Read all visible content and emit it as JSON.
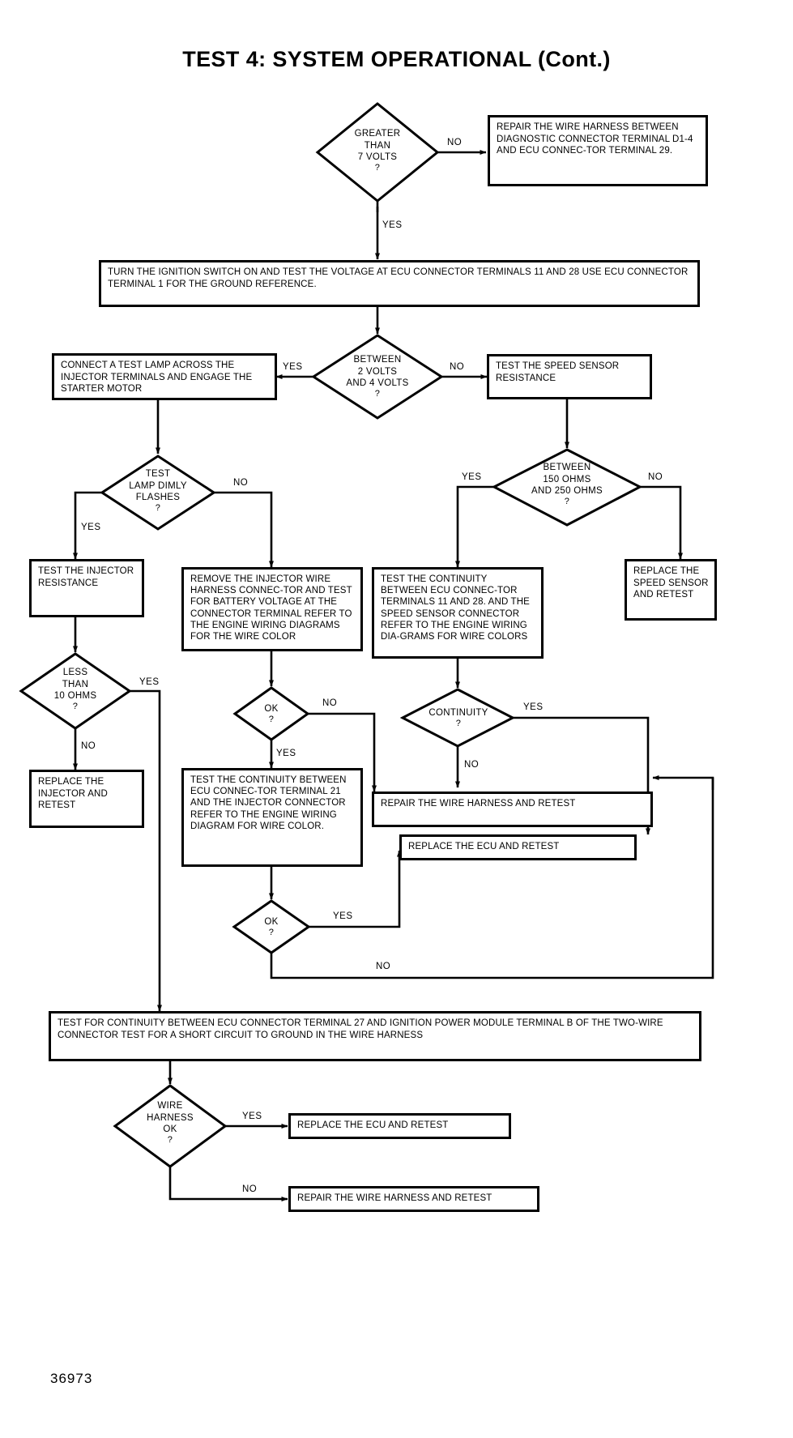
{
  "title": "TEST 4:  SYSTEM OPERATIONAL (Cont.)",
  "figure_id": "36973",
  "colors": {
    "ink": "#000000",
    "paper": "#ffffff"
  },
  "labels": {
    "yes": "YES",
    "no": "NO",
    "question": "?"
  },
  "nodes": {
    "d_greater_7v": {
      "type": "decision",
      "line1": "GREATER",
      "line2": "THAN",
      "line3": "7 VOLTS"
    },
    "b_repair_d14": {
      "type": "process",
      "text": "REPAIR THE WIRE HARNESS BETWEEN DIAGNOSTIC CONNECTOR TERMINAL D1-4 AND ECU CONNEC-TOR TERMINAL 29."
    },
    "b_turn_ignition": {
      "type": "process",
      "text": "TURN THE IGNITION SWITCH ON AND TEST THE VOLTAGE AT ECU CONNECTOR TERMINALS 11 AND 28  USE ECU CONNECTOR TERMINAL 1 FOR THE GROUND REFERENCE."
    },
    "d_between_2_4v": {
      "type": "decision",
      "line1": "BETWEEN",
      "line2": "2 VOLTS",
      "line3": "AND 4 VOLTS"
    },
    "b_connect_lamp": {
      "type": "process",
      "text": "CONNECT A TEST LAMP ACROSS THE INJECTOR TERMINALS AND ENGAGE THE STARTER MOTOR"
    },
    "b_test_speed_sensor": {
      "type": "process",
      "text": "TEST THE SPEED SENSOR RESISTANCE"
    },
    "d_lamp_flashes": {
      "type": "decision",
      "line1": "TEST",
      "line2": "LAMP DIMLY",
      "line3": "FLASHES"
    },
    "d_between_ohms": {
      "type": "decision",
      "line1": "BETWEEN",
      "line2": "150 OHMS",
      "line3": "AND 250 OHMS"
    },
    "b_remove_injector": {
      "type": "process",
      "text": "REMOVE THE INJECTOR WIRE HARNESS CONNEC-TOR AND TEST FOR BATTERY VOLTAGE AT THE CONNECTOR TERMINAL REFER TO THE ENGINE WIRING DIAGRAMS FOR THE WIRE COLOR"
    },
    "b_test_cont_speed": {
      "type": "process",
      "text": "TEST THE CONTINUITY BETWEEN ECU CONNEC-TOR TERMINALS 11 AND 28. AND THE SPEED SENSOR CONNECTOR  REFER TO THE ENGINE WIRING DIA-GRAMS FOR WIRE COLORS"
    },
    "b_replace_speed_sensor": {
      "type": "process",
      "text": "REPLACE THE SPEED SENSOR AND RETEST"
    },
    "b_test_injector_res": {
      "type": "process",
      "text": "TEST THE INJECTOR RESISTANCE"
    },
    "d_less_10_ohms": {
      "type": "decision",
      "line1": "LESS",
      "line2": "THAN",
      "line3": "10 OHMS"
    },
    "d_ok_1": {
      "type": "decision",
      "line1": "OK"
    },
    "d_continuity": {
      "type": "decision",
      "line1": "CONTINUITY"
    },
    "b_replace_injector": {
      "type": "process",
      "text": "REPLACE THE INJECTOR AND RETEST"
    },
    "b_test_cont_21": {
      "type": "process",
      "text": "TEST THE CONTINUITY BETWEEN ECU CONNEC-TOR TERMINAL 21 AND THE INJECTOR CONNECTOR REFER TO THE ENGINE WIRING DIAGRAM FOR WIRE COLOR."
    },
    "b_repair_harness_retest_1": {
      "type": "process",
      "text": "REPAIR THE WIRE HARNESS AND RETEST"
    },
    "b_replace_ecu_retest_1": {
      "type": "process",
      "text": "REPLACE THE ECU AND RETEST"
    },
    "d_ok_2": {
      "type": "decision",
      "line1": "OK"
    },
    "b_test_cont_27": {
      "type": "process",
      "text": "TEST FOR CONTINUITY BETWEEN ECU CONNECTOR TERMINAL 27 AND IGNITION POWER MODULE TERMINAL B OF THE TWO-WIRE CONNECTOR  TEST FOR A SHORT CIRCUIT TO GROUND IN THE WIRE HARNESS"
    },
    "d_wire_harness_ok": {
      "type": "decision",
      "line1": "WIRE",
      "line2": "HARNESS",
      "line3": "OK"
    },
    "b_replace_ecu_retest_2": {
      "type": "process",
      "text": "REPLACE THE ECU AND RETEST"
    },
    "b_repair_harness_retest_2": {
      "type": "process",
      "text": "REPAIR THE WIRE HARNESS AND RETEST"
    }
  },
  "edges": [
    {
      "from": "d_greater_7v",
      "to": "b_repair_d14",
      "label": "NO"
    },
    {
      "from": "d_greater_7v",
      "to": "b_turn_ignition",
      "label": "YES"
    },
    {
      "from": "d_between_2_4v",
      "to": "b_connect_lamp",
      "label": "YES"
    },
    {
      "from": "d_between_2_4v",
      "to": "b_test_speed_sensor",
      "label": "NO"
    },
    {
      "from": "d_lamp_flashes",
      "to": "b_test_injector_res",
      "label": "YES"
    },
    {
      "from": "d_lamp_flashes",
      "to": "b_remove_injector",
      "label": "NO"
    },
    {
      "from": "d_between_ohms",
      "to": "b_test_cont_speed",
      "label": "YES"
    },
    {
      "from": "d_between_ohms",
      "to": "b_replace_speed_sensor",
      "label": "NO"
    },
    {
      "from": "d_less_10_ohms",
      "to": "b_test_cont_27",
      "label": "YES"
    },
    {
      "from": "d_less_10_ohms",
      "to": "b_replace_injector",
      "label": "NO"
    },
    {
      "from": "d_ok_1",
      "to": "b_repair_harness_retest_1",
      "label": "NO"
    },
    {
      "from": "d_ok_1",
      "to": "b_test_cont_21",
      "label": "YES"
    },
    {
      "from": "d_continuity",
      "to": "b_replace_ecu_retest_1",
      "label": "YES"
    },
    {
      "from": "d_continuity",
      "to": "b_repair_harness_retest_1",
      "label": "NO"
    },
    {
      "from": "d_ok_2",
      "to": "b_replace_ecu_retest_1",
      "label": "YES"
    },
    {
      "from": "d_ok_2",
      "to": "b_test_cont_27",
      "label": "NO"
    },
    {
      "from": "d_wire_harness_ok",
      "to": "b_replace_ecu_retest_2",
      "label": "YES"
    },
    {
      "from": "d_wire_harness_ok",
      "to": "b_repair_harness_retest_2",
      "label": "NO"
    }
  ]
}
